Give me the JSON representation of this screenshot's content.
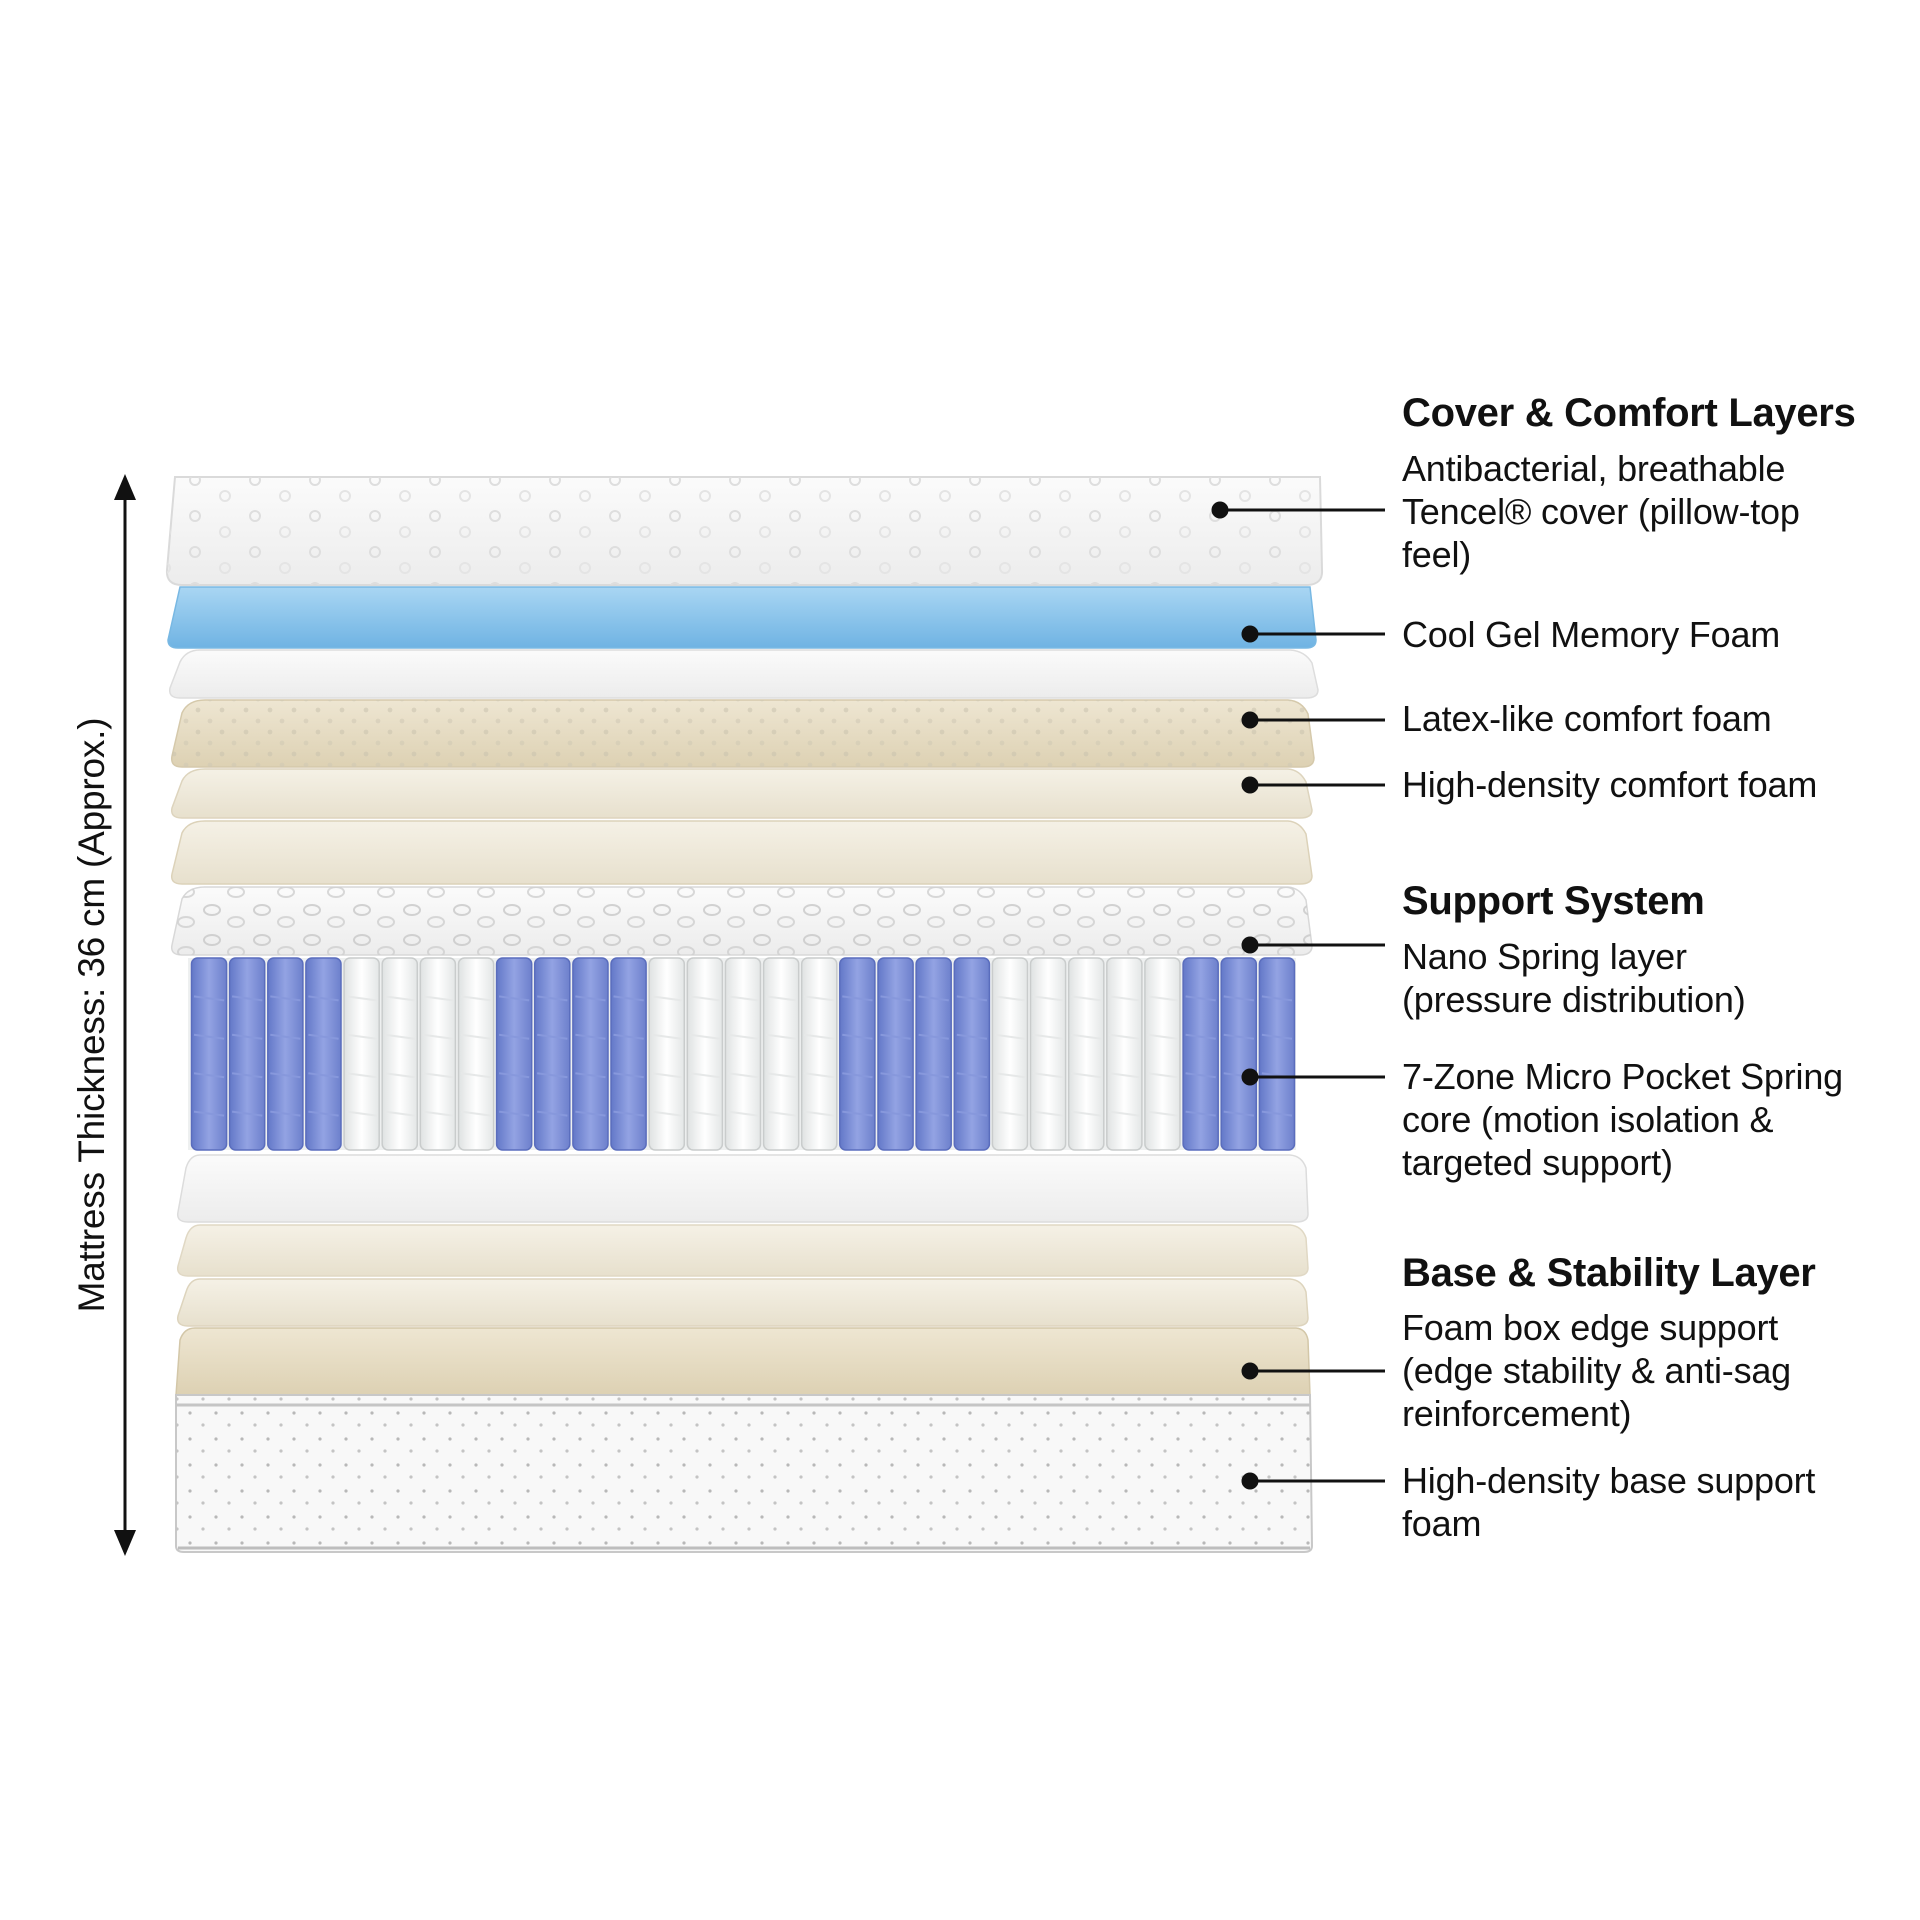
{
  "thickness_label": "Mattress Thickness: 36 cm (Approx.)",
  "colors": {
    "gel_blue": "#8ec5ea",
    "spring_blue": "#7b8fd6",
    "latex_beige": "#e6dcc3",
    "cover_white": "#f7f7f7",
    "leader_line": "#111111"
  },
  "sections": [
    {
      "heading": "Cover & Comfort Layers",
      "callouts": [
        {
          "lines": [
            "Antibacterial, breathable",
            "Tencel® cover (pillow-top",
            "feel)"
          ]
        },
        {
          "lines": [
            "Cool Gel Memory Foam"
          ]
        },
        {
          "lines": [
            "Latex-like comfort foam"
          ]
        },
        {
          "lines": [
            "High-density comfort foam"
          ]
        }
      ]
    },
    {
      "heading": "Support System",
      "callouts": [
        {
          "lines": [
            "Nano Spring layer",
            "(pressure distribution)"
          ]
        },
        {
          "lines": [
            "7-Zone Micro Pocket Spring",
            "core (motion isolation &",
            "targeted support)"
          ]
        }
      ]
    },
    {
      "heading": "Base & Stability Layer",
      "callouts": [
        {
          "lines": [
            "Foam box edge support",
            "(edge stability & anti-sag",
            "reinforcement)"
          ]
        },
        {
          "lines": [
            "High-density base support",
            "foam"
          ]
        }
      ]
    }
  ],
  "spring_core": {
    "zones": [
      "blue",
      "white",
      "blue",
      "white",
      "blue",
      "white",
      "blue"
    ],
    "coils_per_zone": [
      4,
      4,
      4,
      5,
      4,
      5,
      3
    ]
  }
}
